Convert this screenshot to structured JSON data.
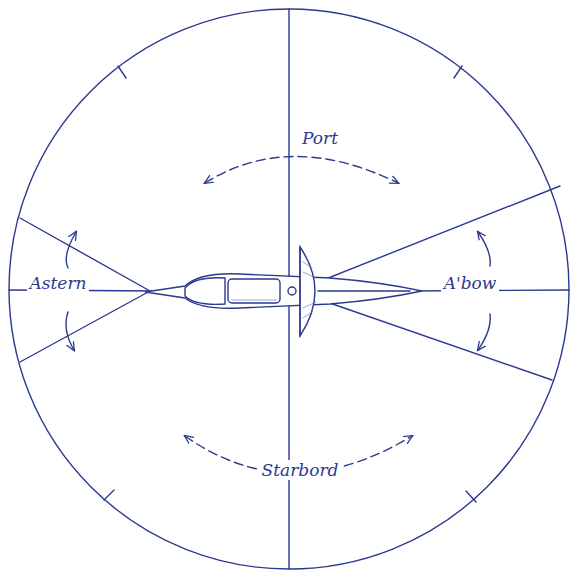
{
  "diagram": {
    "labels": [
      "Port",
      "Astern",
      "A'bow",
      "Starbord"
    ]
  }
}
